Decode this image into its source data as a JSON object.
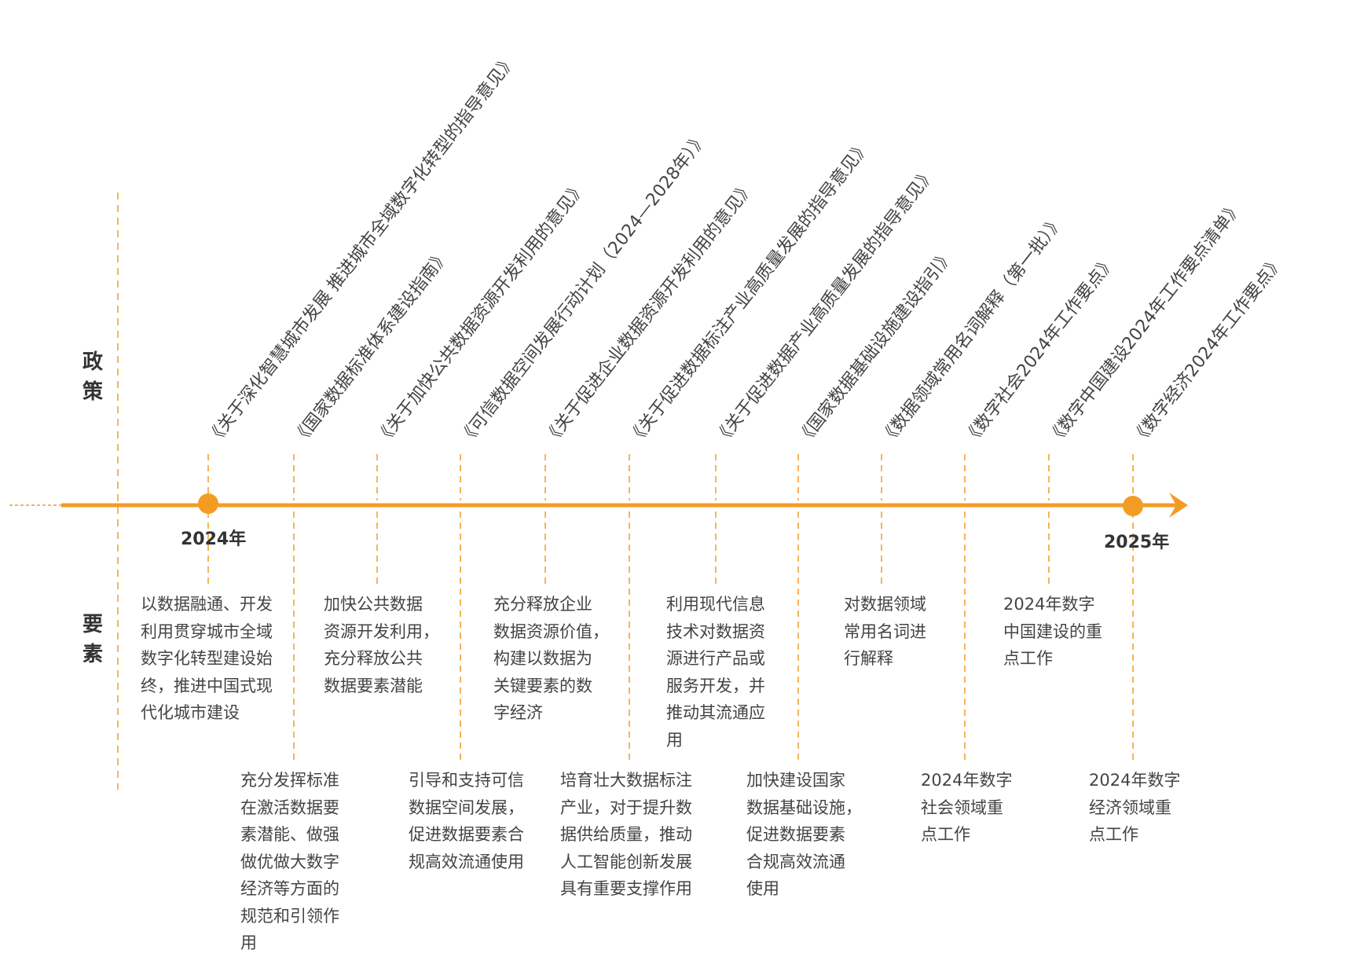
{
  "colors": {
    "accent": "#F39C24",
    "text": "#333333"
  },
  "row_labels": {
    "policy": [
      "政",
      "策"
    ],
    "elements": [
      "要",
      "素"
    ]
  },
  "years": {
    "start": "2024年",
    "end": "2025年"
  },
  "milestones": [
    {
      "policy": "《关于深化智慧城市发展 推进城市全域数字化转型的指导意见》",
      "element": [
        "以数据融通、开发",
        "利用贯穿城市全域",
        "数字化转型建设始",
        "终，推进中国式现",
        "代化城市建设"
      ]
    },
    {
      "policy": "《国家数据标准体系建设指南》",
      "element": [
        "充分发挥标准",
        "在激活数据要",
        "素潜能、做强",
        "做优做大数字",
        "经济等方面的",
        "规范和引领作",
        "用"
      ]
    },
    {
      "policy": "《关于加快公共数据资源开发利用的意见》",
      "element": [
        "加快公共数据",
        "资源开发利用，",
        "充分释放公共",
        "数据要素潜能"
      ]
    },
    {
      "policy": "《可信数据空间发展行动计划（2024—2028年）》",
      "element": [
        "引导和支持可信",
        "数据空间发展，",
        "促进数据要素合",
        "规高效流通使用"
      ]
    },
    {
      "policy": "《关于促进企业数据资源开发利用的意见》",
      "element": [
        "充分释放企业",
        "数据资源价值，",
        "构建以数据为",
        "关键要素的数",
        "字经济"
      ]
    },
    {
      "policy": "《关于促进数据标注产业高质量发展的指导意见》",
      "element": [
        "培育壮大数据标注",
        "产业，对于提升数",
        "据供给质量，推动",
        "人工智能创新发展",
        "具有重要支撑作用"
      ]
    },
    {
      "policy": "《关于促进数据产业高质量发展的指导意见》",
      "element": [
        "利用现代信息",
        "技术对数据资",
        "源进行产品或",
        "服务开发，并",
        "推动其流通应",
        "用"
      ]
    },
    {
      "policy": "《国家数据基础设施建设指引》",
      "element": [
        "加快建设国家",
        "数据基础设施，",
        "促进数据要素",
        "合规高效流通",
        "使用"
      ]
    },
    {
      "policy": "《数据领域常用名词解释（第一批）》",
      "element": [
        "对数据领域",
        "常用名词进",
        "行解释"
      ]
    },
    {
      "policy": "《数字社会2024年工作要点》",
      "element": [
        "2024年数字",
        "社会领域重",
        "点工作"
      ]
    },
    {
      "policy": "《数字中国建设2024年工作要点清单》",
      "element": [
        "2024年数字",
        "中国建设的重",
        "点工作"
      ]
    },
    {
      "policy": "《数字经济2024年工作要点》",
      "element": [
        "2024年数字",
        "经济领域重",
        "点工作"
      ]
    }
  ]
}
